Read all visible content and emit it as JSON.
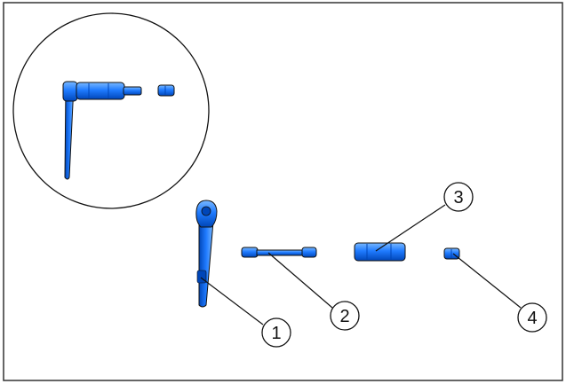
{
  "colors": {
    "tool_fill": "#1f7bff",
    "tool_highlight": "#79b8ff",
    "tool_shadow": "#0046b8",
    "outline": "#111111",
    "frame": "#333333",
    "background": "#ffffff"
  },
  "callouts": [
    {
      "id": "ratchet-handle",
      "label": "1"
    },
    {
      "id": "extension-bar",
      "label": "2"
    },
    {
      "id": "deep-socket",
      "label": "3"
    },
    {
      "id": "adapter",
      "label": "4"
    }
  ],
  "inset": {
    "depicts": "assembled-socket-wrench"
  }
}
